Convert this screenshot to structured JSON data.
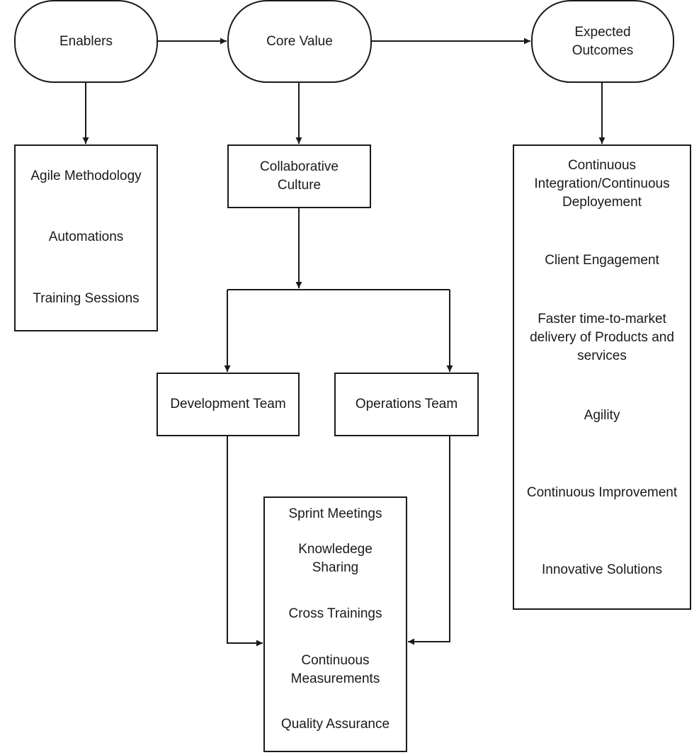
{
  "headers": {
    "enablers": "Enablers",
    "core_value": "Core Value",
    "expected_outcomes": "Expected\nOutcomes"
  },
  "enablers": [
    "Agile Methodology",
    "Automations",
    "Training Sessions"
  ],
  "core": {
    "culture": "Collaborative\nCulture",
    "development_team": "Development Team",
    "operations_team": "Operations Team",
    "practices": [
      "Sprint Meetings",
      "Knowledege\nSharing",
      "Cross Trainings",
      "Continuous\nMeasurements",
      "Quality Assurance"
    ]
  },
  "outcomes": [
    "Continuous\nIntegration/Continuous\nDeployement",
    "Client Engagement",
    "Faster time-to-market\ndelivery of Products and\nservices",
    "Agility",
    "Continuous Improvement",
    "Innovative Solutions"
  ]
}
